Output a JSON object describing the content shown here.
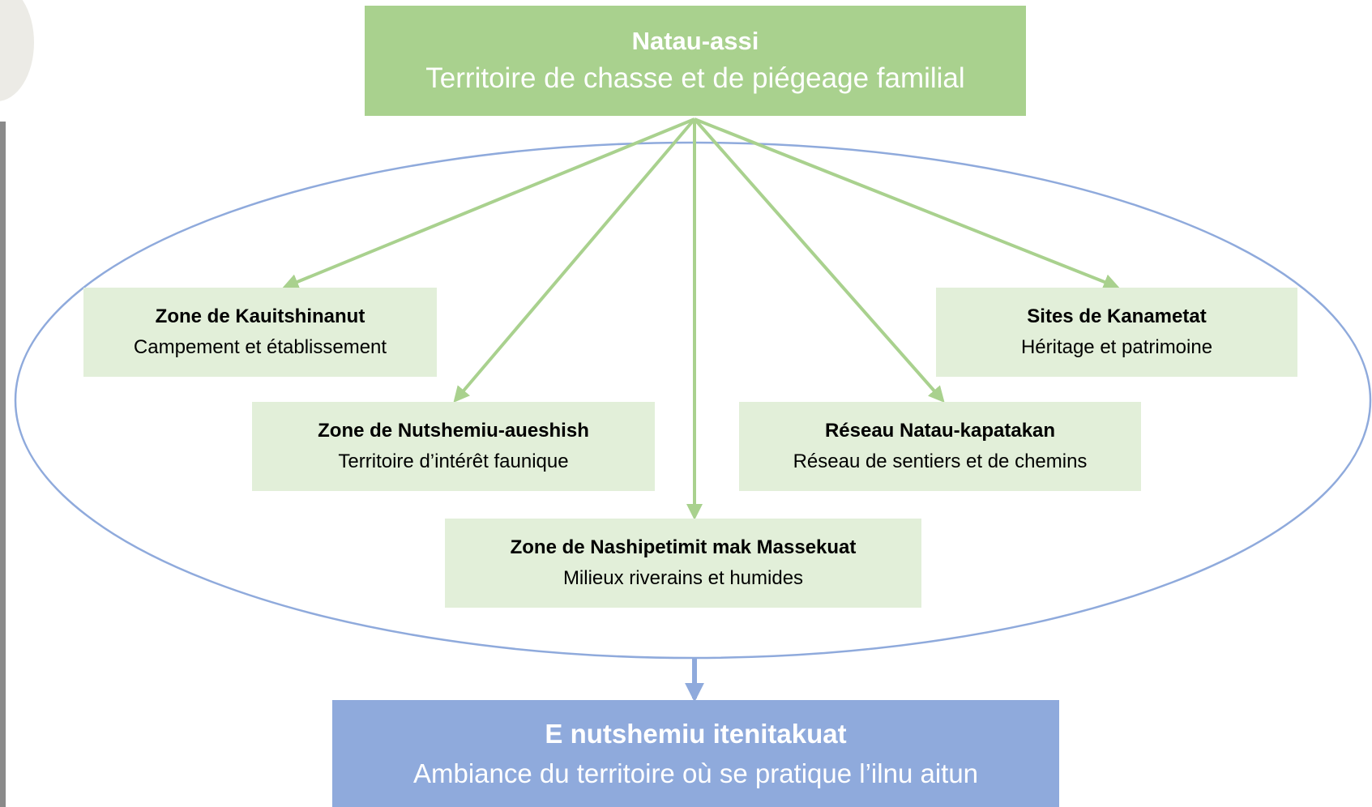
{
  "top_box": {
    "title": "Natau-assi",
    "subtitle": "Territoire de chasse et de piégeage familial"
  },
  "zones": {
    "kauitshinanut": {
      "title": "Zone de Kauitshinanut",
      "subtitle": "Campement et établissement"
    },
    "kanametat": {
      "title": "Sites de Kanametat",
      "subtitle": "Héritage et patrimoine"
    },
    "nutshemiu": {
      "title": "Zone de Nutshemiu-aueshish",
      "subtitle": "Territoire d’intérêt faunique"
    },
    "natau_kapatakan": {
      "title": "Réseau Natau-kapatakan",
      "subtitle": "Réseau de sentiers et de chemins"
    },
    "nashipetimit": {
      "title": "Zone de Nashipetimit mak Massekuat",
      "subtitle": "Milieux riverains et humides"
    }
  },
  "bottom_box": {
    "title": "E nutshemiu itenitakuat",
    "subtitle": "Ambiance du territoire où se pratique l’ilnu aitun"
  },
  "colors": {
    "top_box": "#a9d18e",
    "zone_box": "#e2efd9",
    "bottom_box": "#8faadc",
    "green_arrow": "#a9d18e",
    "ellipse_stroke": "#8faadc",
    "blue_arrow": "#8faadc"
  }
}
